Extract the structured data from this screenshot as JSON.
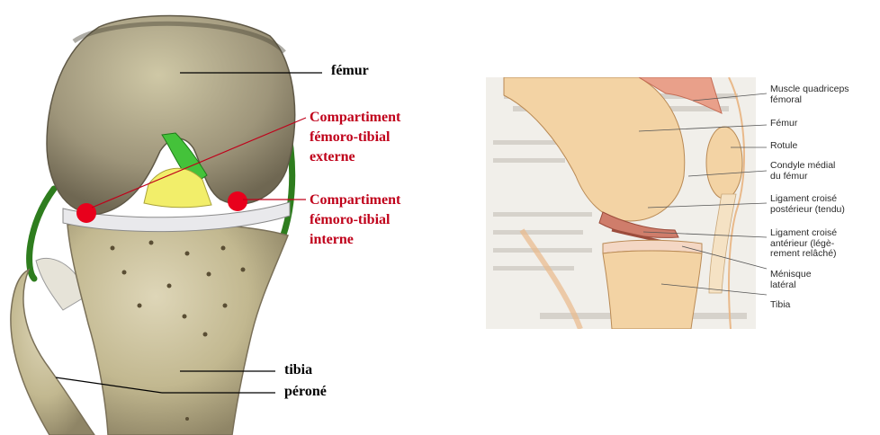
{
  "left_figure": {
    "labels": {
      "femur": "fémur",
      "tibia": "tibia",
      "perone": "péroné",
      "external_compartment": [
        "Compartiment",
        "fémoro-tibial",
        "externe"
      ],
      "internal_compartment": [
        "Compartiment",
        "fémoro-tibial",
        "interne"
      ]
    },
    "colors": {
      "label_text": "#000000",
      "compartment_text": "#c0001a",
      "compartment_marker": "#e8001c",
      "ligament_collateral": "#2e7d1e",
      "bone": "#c9bf9e"
    }
  },
  "right_figure": {
    "labels": {
      "quadriceps": [
        "Muscle quadriceps",
        "fémoral"
      ],
      "femur": [
        "Fémur"
      ],
      "rotule": [
        "Rotule"
      ],
      "condyle": [
        "Condyle médial",
        "du fémur"
      ],
      "lcp": [
        "Ligament croisé",
        "postérieur (tendu)"
      ],
      "lca": [
        "Ligament croisé",
        "antérieur (légè-",
        "rement relâché)"
      ],
      "menisque": [
        "Ménisque",
        "latéral"
      ],
      "tibia": [
        "Tibia"
      ]
    },
    "colors": {
      "label_text": "#2a2a2a",
      "bone": "#f3d3a4",
      "muscle": "#e9a08a"
    }
  }
}
